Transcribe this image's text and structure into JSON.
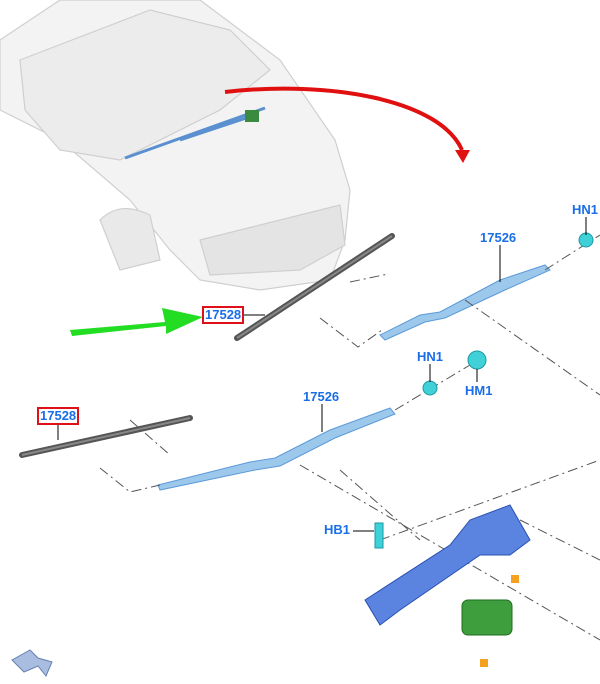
{
  "labels": {
    "blade_right": "17528",
    "arm_right": "17526",
    "nut_right": "HN1",
    "nut_left": "HN1",
    "cap": "HM1",
    "arm_left": "17526",
    "blade_left": "17528",
    "bolt": "HB1"
  },
  "colors": {
    "highlight_box": "#e0101a",
    "label": "#1a6ee8",
    "pointer_arrow": "#22dd22",
    "callout_arrow": "#e01010",
    "part": "#9cc8ec"
  }
}
